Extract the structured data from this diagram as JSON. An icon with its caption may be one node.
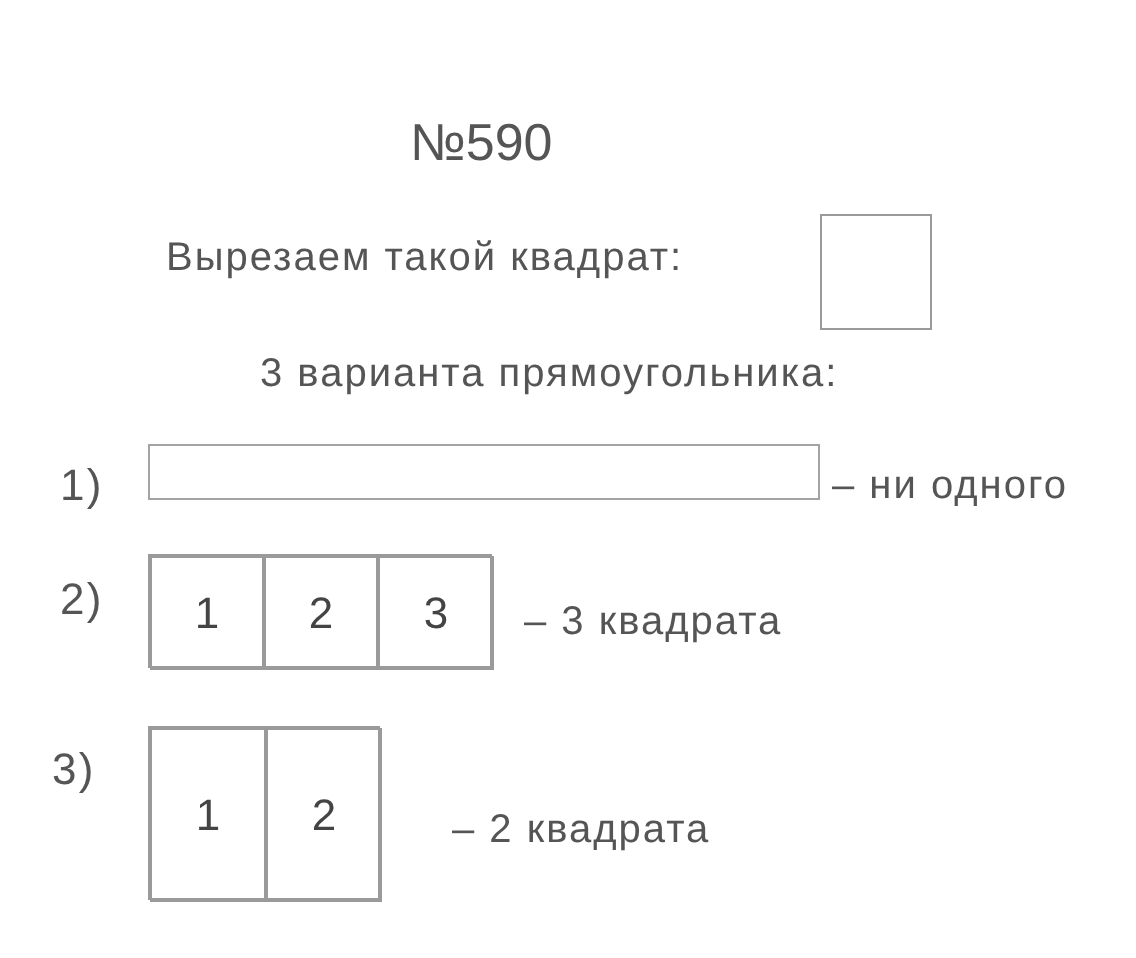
{
  "diagram": {
    "title": "№590",
    "nodes": [
      {
        "text": [],
        "shape": "box"
      },
      {
        "text": [],
        "shape": "bar",
        "beside": [
          "– ни одного"
        ]
      },
      {
        "text": [],
        "shape": "box",
        "beside": [
          "– 3 квадрата"
        ]
      },
      {
        "text": [
          "1"
        ],
        "in": 2
      },
      {
        "text": [
          "2"
        ],
        "in": 2
      },
      {
        "text": [
          "3"
        ],
        "in": 2
      },
      {
        "text": [],
        "shape": "box",
        "beside": [
          "– 2 квадрата"
        ]
      },
      {
        "text": [
          "1"
        ],
        "in": 6
      },
      {
        "text": [
          "2"
        ],
        "in": 6
      }
    ],
    "labels": [
      "Вырезаем такой квадрат:",
      "3 варианта прямоугольника:",
      "1)",
      "2)",
      "3)"
    ]
  }
}
